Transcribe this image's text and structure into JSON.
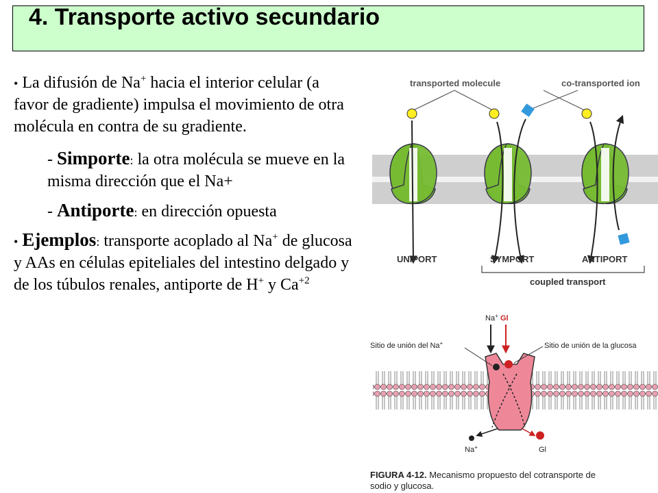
{
  "title": "4. Transporte activo secundario",
  "bullet1": {
    "bullet": "•",
    "part1": "La difusión de Na",
    "sup": "+",
    "part2": " hacia el interior celular (a favor de gradiente) impulsa el movimiento de otra molécula en contra de su gradiente."
  },
  "symport": {
    "dash": "- ",
    "term": "Simporte",
    "colon": ":",
    "desc": " la otra molécula se mueve en la misma dirección que el Na+"
  },
  "antiport": {
    "dash": "- ",
    "term": "Antiporte",
    "colon": ":",
    "desc": " en dirección opuesta"
  },
  "bullet2": {
    "bullet": "•",
    "term": "Ejemplos",
    "colon": ":",
    "p1": " transporte acoplado al Na",
    "s1": "+",
    "p2": " de glucosa y AAs en células epiteliales del intestino delgado y de los túbulos renales,  antiporte de H",
    "s2": "+",
    "p3": " y Ca",
    "s3": "+2"
  },
  "figure_top": {
    "transported_molecule": "transported molecule",
    "co_transported_ion": "co-transported ion",
    "uniport": "UNIPORT",
    "symport": "SYMPORT",
    "antiport": "ANTIPORT",
    "coupled_transport": "coupled transport",
    "colors": {
      "protein": "#77bb33",
      "molecule": "#ffee22",
      "ion": "#3399dd",
      "membrane": "#cccccc"
    }
  },
  "figure_bottom": {
    "na_top": "Na",
    "na_top_sup": "+",
    "gl_top": "Gl",
    "site_na": "Sitio de unión del Na",
    "site_na_sup": "+",
    "site_glucose": "Sitio de unión de la glucosa",
    "na_bottom": "Na",
    "na_bottom_sup": "+",
    "gl_bottom": "Gl",
    "caption_label": "FIGURA 4-12.",
    "caption_line1": " Mecanismo propuesto del cotransporte de",
    "caption_line2": "sodio y glucosa.",
    "colors": {
      "protein": "#ee8899",
      "glucose": "#cc2222",
      "sodium": "#222222",
      "membrane_head": "#e8a0b0"
    }
  }
}
